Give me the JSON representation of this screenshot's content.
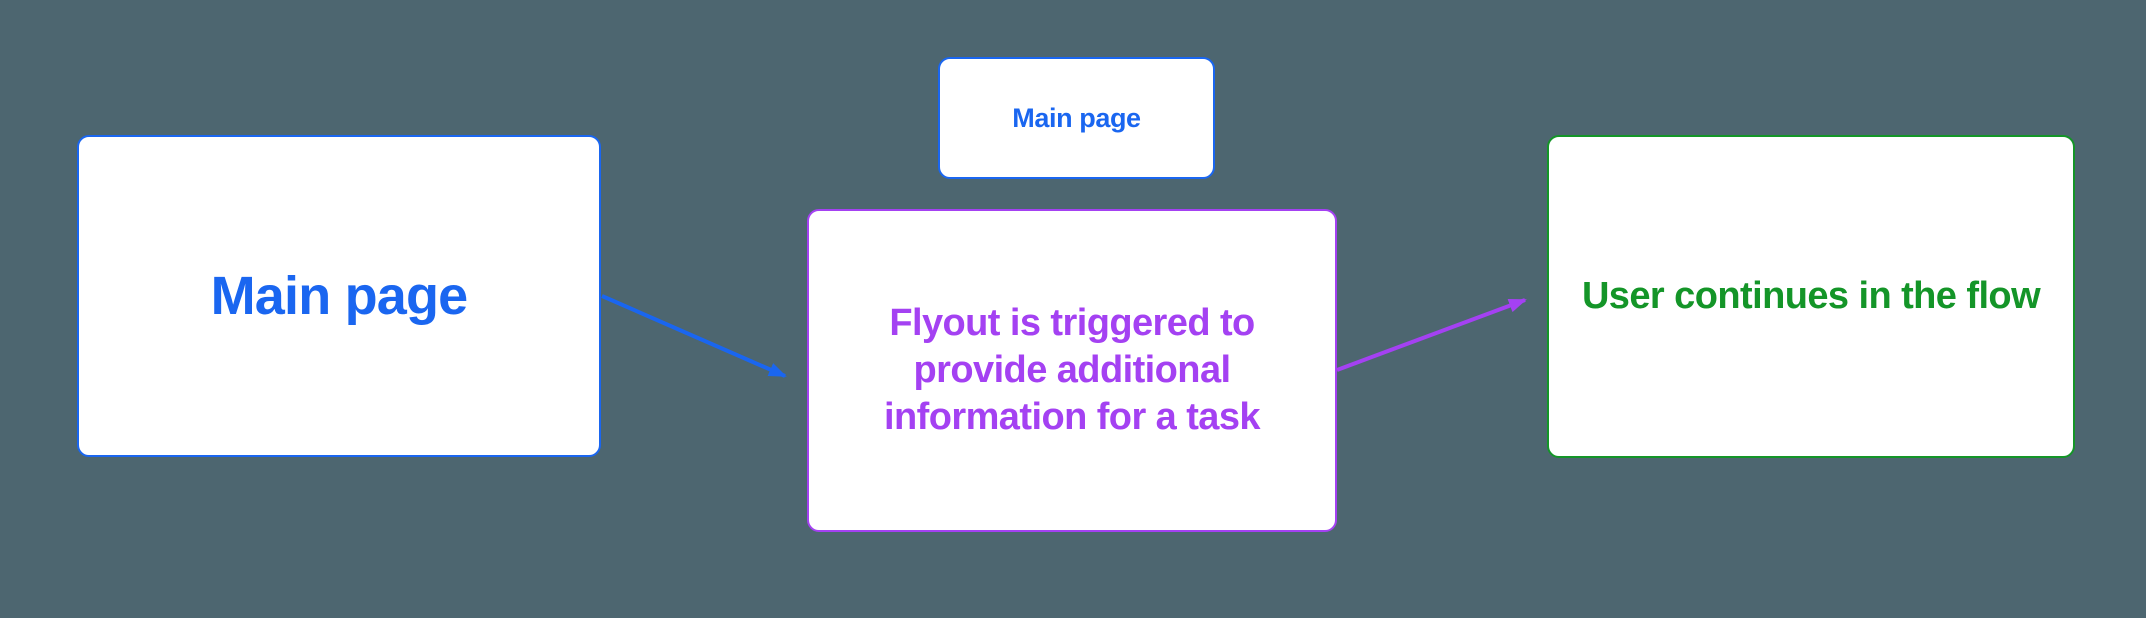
{
  "app": {
    "type": "flowchart"
  },
  "colors": {
    "background": "#4D6670",
    "blue": "#1A66F0",
    "purple": "#A441F2",
    "green": "#149528",
    "node_fill": "#FFFFFF"
  },
  "nodes": {
    "main_page": {
      "label": "Main page",
      "color": "#1A66F0"
    },
    "main_page_mini": {
      "label": "Main page",
      "color": "#1A66F0"
    },
    "flyout": {
      "lines": [
        "Flyout is triggered to",
        "provide additional",
        "information for a task"
      ],
      "full_label": "Flyout is triggered to provide additional information for a task",
      "color": "#A441F2"
    },
    "user_flow": {
      "label": "User continues in the flow",
      "color": "#149528"
    }
  },
  "edges": {
    "main_to_flyout": {
      "from": "main_page",
      "to": "flyout",
      "color": "#1A66F0"
    },
    "flyout_to_user": {
      "from": "flyout",
      "to": "user_flow",
      "color": "#A441F2"
    }
  }
}
